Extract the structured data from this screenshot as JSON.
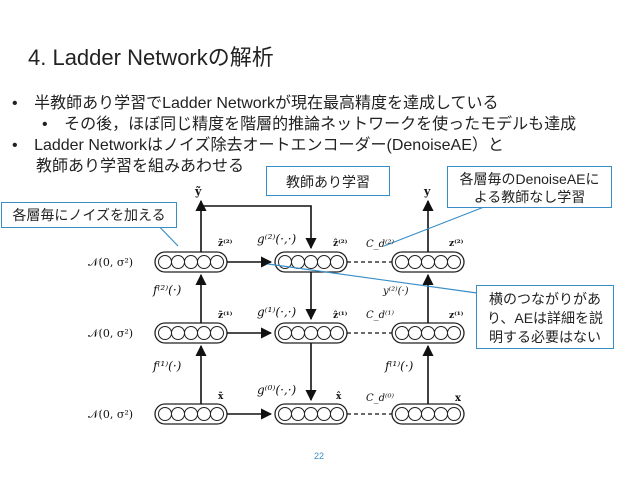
{
  "slide": {
    "title": "4. Ladder Networkの解析",
    "bullets": [
      {
        "marker": "•",
        "text": "半教師あり学習でLadder Networkが現在最高精度を達成している"
      },
      {
        "marker": "•",
        "text": "その後，ほぼ同じ精度を階層的推論ネットワークを使ったモデルも達成"
      },
      {
        "marker": "•",
        "text": "Ladder Networkはノイズ除去オートエンコーダー(DenoiseAE）と"
      },
      {
        "marker": "",
        "text": "教師あり学習を組みあわせる"
      }
    ],
    "callouts": {
      "noise_each_layer": "各層毎にノイズを加える",
      "supervised": "教師あり学習",
      "denoise_unsup": "各層毎のDenoiseAEによる教師なし学習",
      "lateral_note": "横のつながりがあり、AEは詳細を説明する必要はない"
    },
    "page_number": "22"
  },
  "diagram": {
    "noise_label": "𝒩(0, σ²)",
    "f2": "f⁽²⁾(·)",
    "f1": "f⁽¹⁾(·)",
    "f1_right": "f⁽¹⁾(·)",
    "g2": "g⁽²⁾(·,·)",
    "g1": "g⁽¹⁾(·,·)",
    "g0": "g⁽⁰⁾(·,·)",
    "y_left": "ỹ",
    "y_right": "y",
    "z2_tilde": "z̃⁽²⁾",
    "z1_tilde": "z̃⁽¹⁾",
    "x_tilde": "x̃",
    "z2_hat": "ẑ⁽²⁾",
    "z1_hat": "ẑ⁽¹⁾",
    "x_hat": "x̂",
    "z2": "z⁽²⁾",
    "z1": "z⁽¹⁾",
    "x": "x",
    "c2": "C_d⁽²⁾",
    "c1": "C_d⁽¹⁾",
    "c0": "C_d⁽⁰⁾",
    "partial_label": "y⁽²⁾(·)"
  }
}
